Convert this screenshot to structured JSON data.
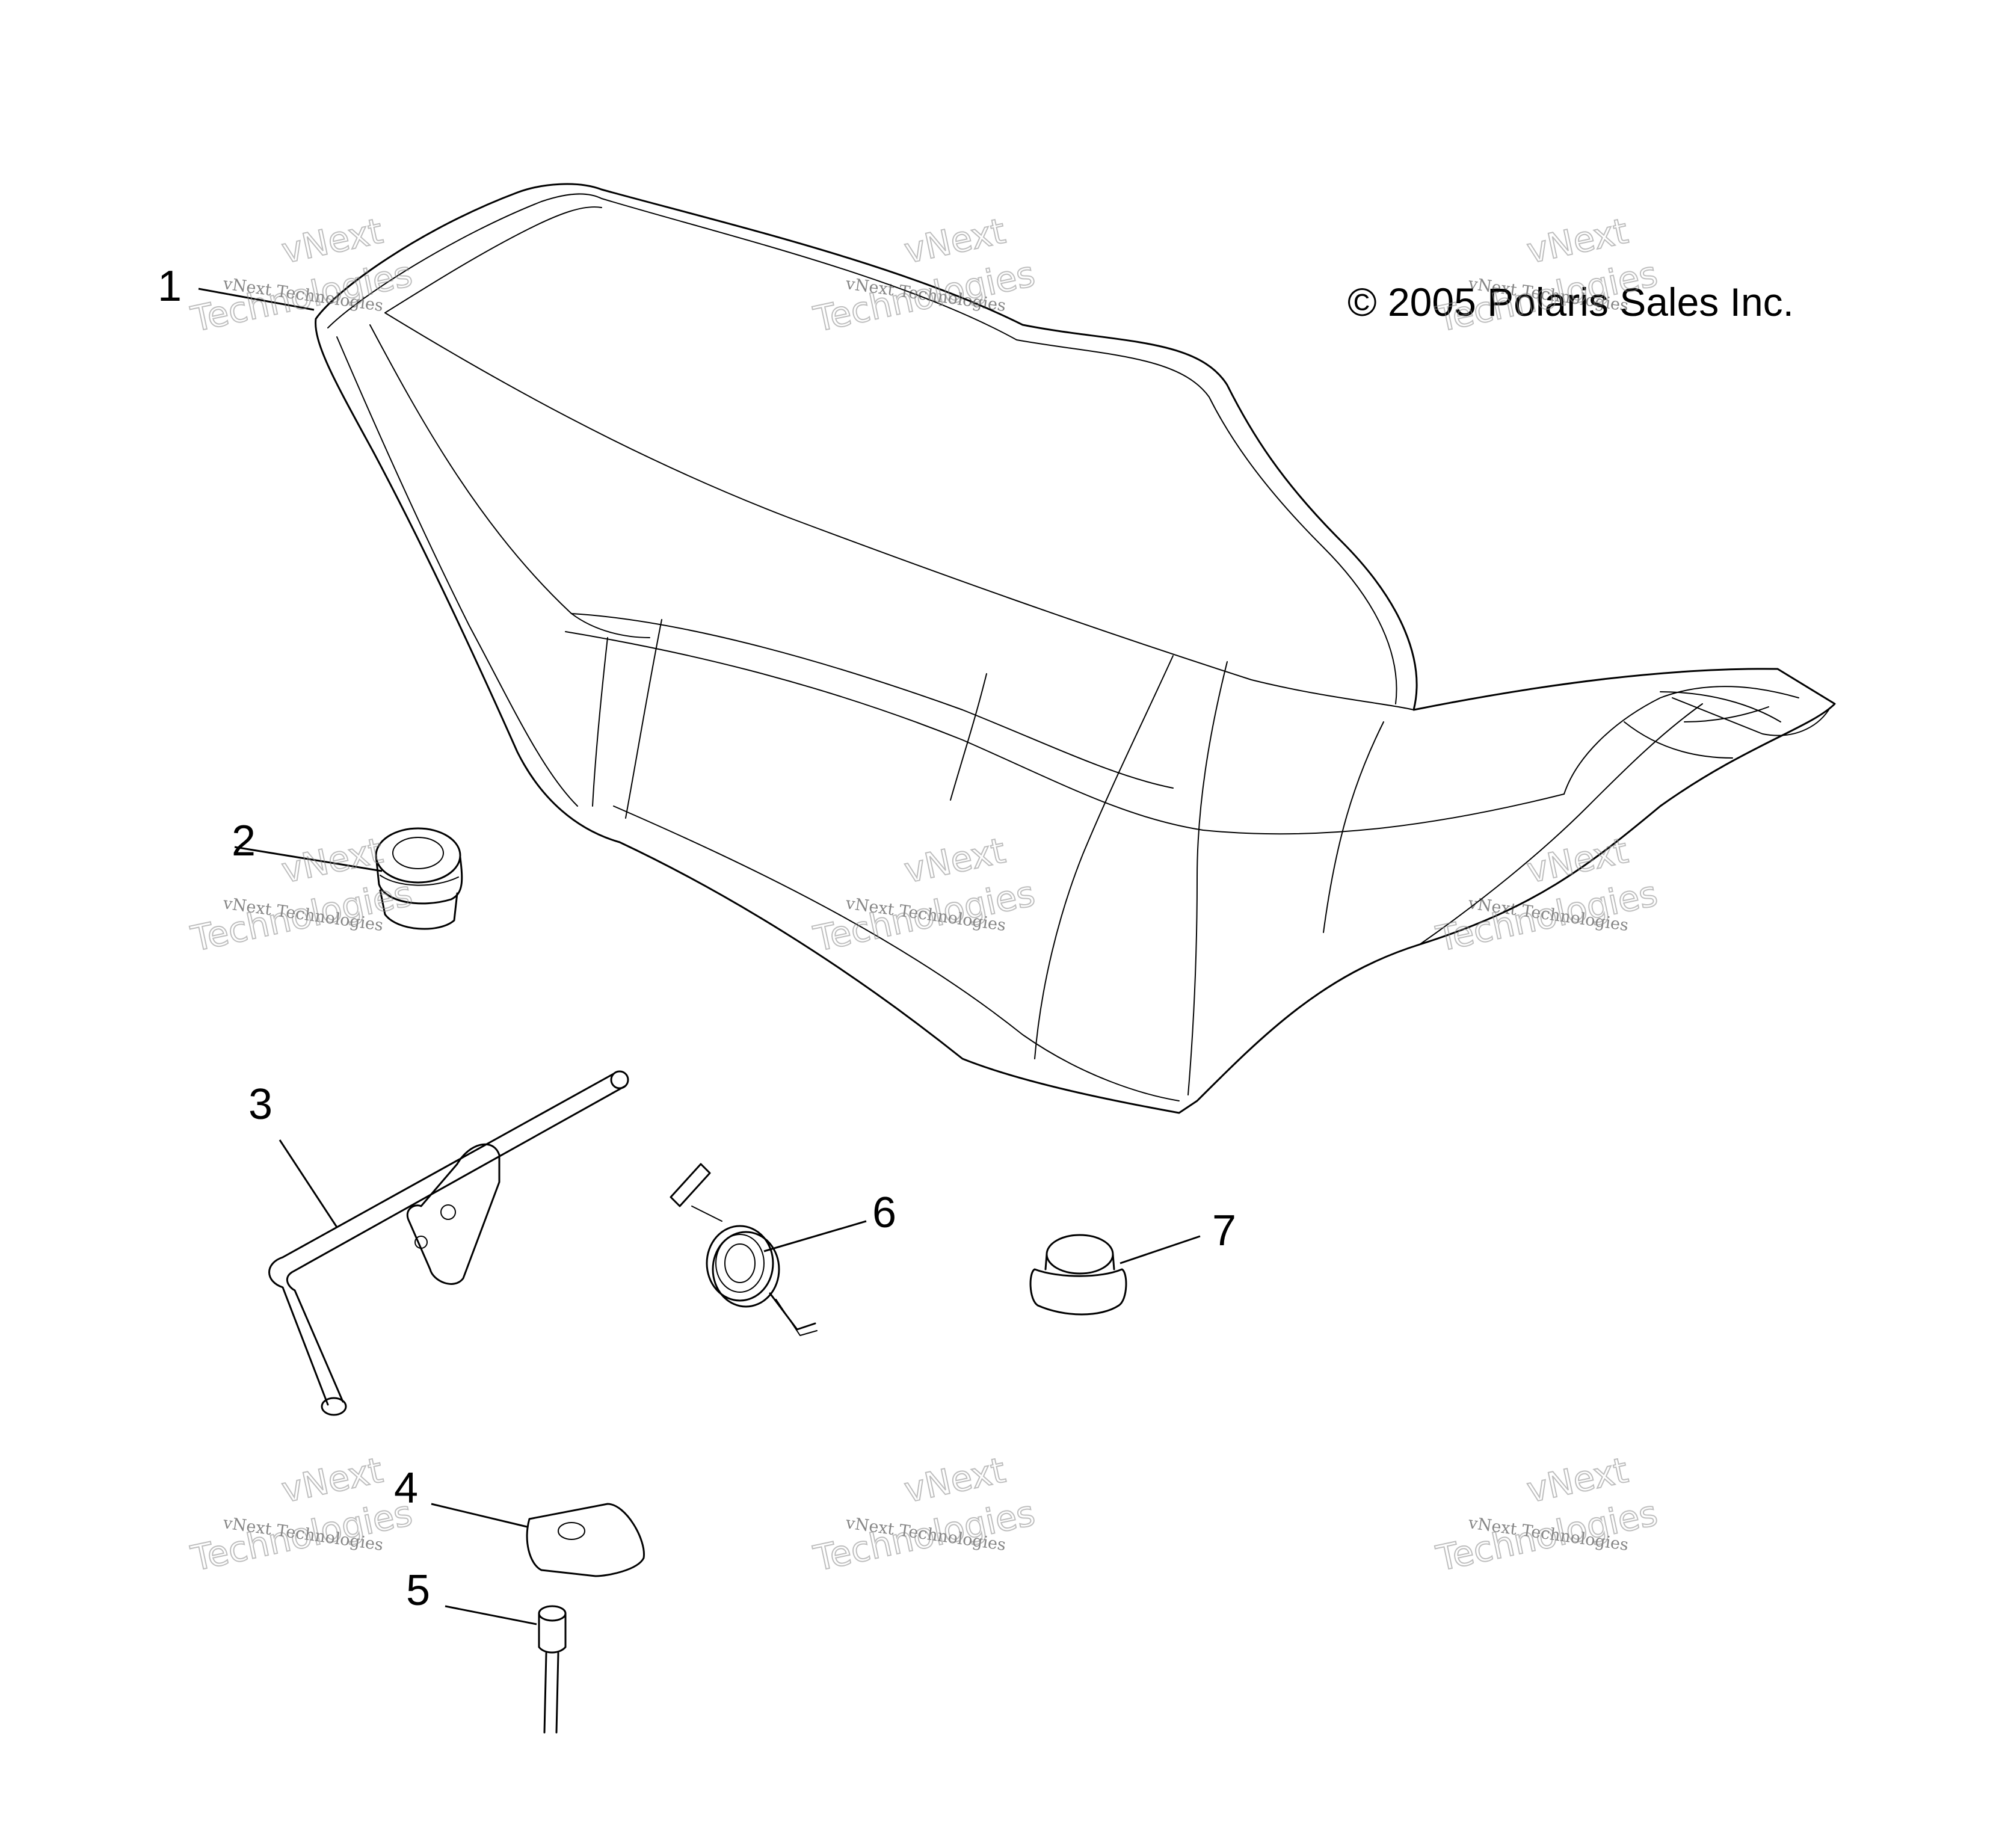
{
  "copyright": "© 2005 Polaris Sales Inc.",
  "callouts": [
    {
      "id": "1",
      "label": "1"
    },
    {
      "id": "2",
      "label": "2"
    },
    {
      "id": "3",
      "label": "3"
    },
    {
      "id": "4",
      "label": "4"
    },
    {
      "id": "5",
      "label": "5"
    },
    {
      "id": "6",
      "label": "6"
    },
    {
      "id": "7",
      "label": "7"
    }
  ],
  "watermark": {
    "small_text": "vNext Technologies",
    "big_line1": "vNext",
    "big_line2": "Technologies"
  }
}
